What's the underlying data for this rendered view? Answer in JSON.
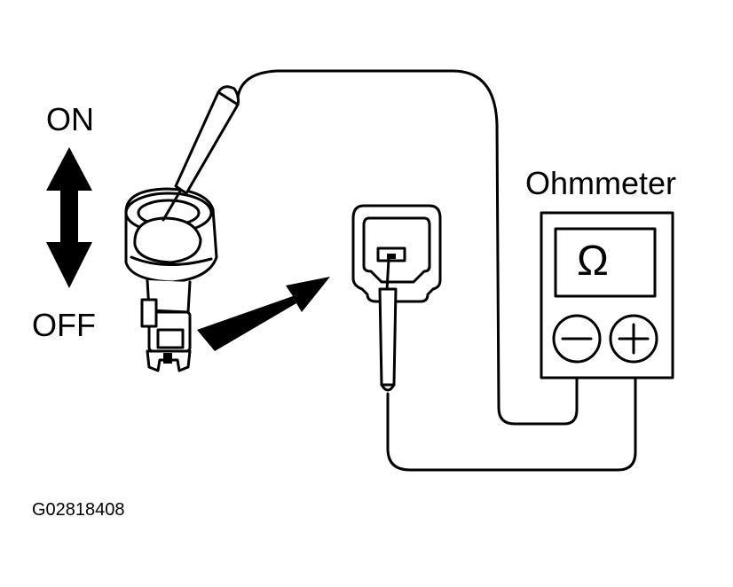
{
  "switch_labels": {
    "on": "ON",
    "off": "OFF"
  },
  "meter": {
    "title": "Ohmmeter",
    "display_symbol": "Ω"
  },
  "figure_id": "G02818408",
  "icons": [
    "double-arrow-icon",
    "pointer-arrow-icon",
    "minus-terminal-icon",
    "plus-terminal-icon"
  ]
}
